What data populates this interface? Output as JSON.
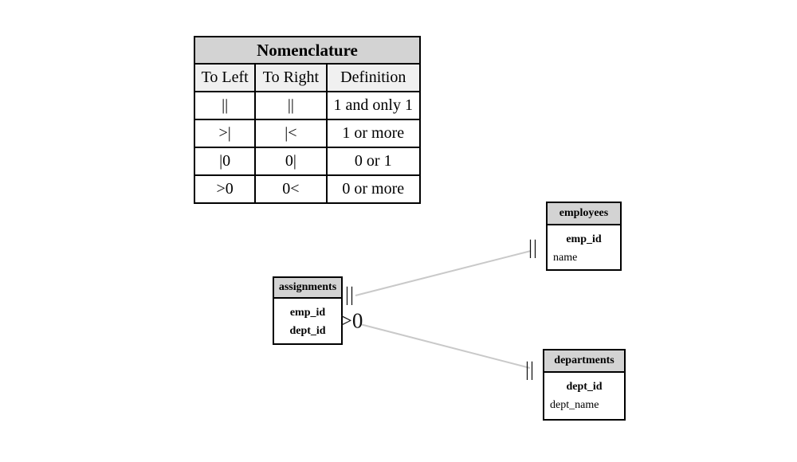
{
  "nomenclature": {
    "title": "Nomenclature",
    "columns": [
      "To Left",
      "To Right",
      "Definition"
    ],
    "rows": [
      [
        "||",
        "||",
        "1 and only 1"
      ],
      [
        ">|",
        "|<",
        "1 or more"
      ],
      [
        "|0",
        "0|",
        "0 or 1"
      ],
      [
        ">0",
        "0<",
        "0 or more"
      ]
    ]
  },
  "entities": {
    "employees": {
      "name": "employees",
      "fields": [
        "emp_id",
        "name"
      ]
    },
    "assignments": {
      "name": "assignments",
      "fields": [
        "emp_id",
        "dept_id"
      ]
    },
    "departments": {
      "name": "departments",
      "fields": [
        "dept_id",
        "dept_name"
      ]
    }
  },
  "relationships": [
    {
      "from": "assignments",
      "to": "employees",
      "from_marker": "||",
      "to_marker": "||"
    },
    {
      "from": "assignments",
      "to": "departments",
      "from_marker": ">0",
      "to_marker": "||"
    }
  ],
  "colors": {
    "background": "#ffffff",
    "border": "#000000",
    "table_title_bg": "#d3d3d3",
    "table_header_bg": "#f0f0f0",
    "entity_header_bg": "#d3d3d3",
    "relationship_line": "#c9c9c9"
  }
}
